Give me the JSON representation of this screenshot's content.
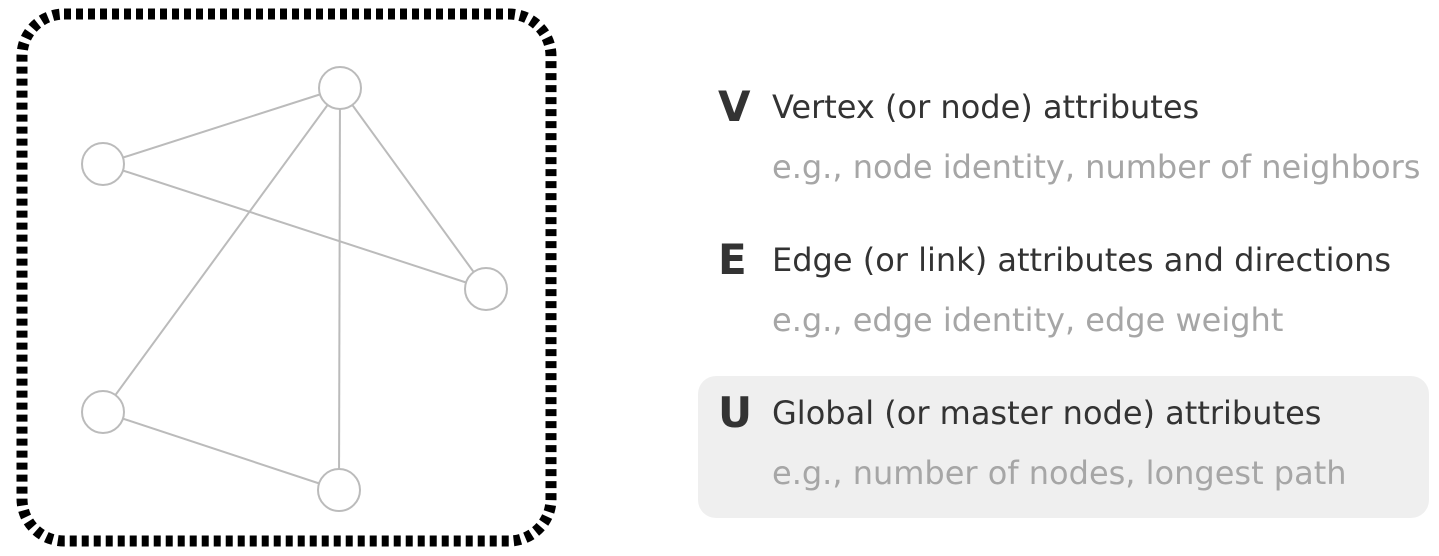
{
  "graph": {
    "frame_style": "thick dashed black rounded border",
    "node_stroke": "#bbbbbb",
    "edge_stroke": "#bbbbbb",
    "nodes": [
      "top",
      "left-upper",
      "right",
      "left-lower",
      "bottom"
    ],
    "edges": [
      [
        "left-upper",
        "top"
      ],
      [
        "left-upper",
        "right"
      ],
      [
        "top",
        "right"
      ],
      [
        "top",
        "left-lower"
      ],
      [
        "top",
        "bottom"
      ],
      [
        "left-lower",
        "bottom"
      ]
    ]
  },
  "legend": [
    {
      "letter": "V",
      "title": "Vertex (or node) attributes",
      "example": "e.g., node identity, number of neighbors",
      "highlighted": false
    },
    {
      "letter": "E",
      "title": "Edge (or link) attributes and directions",
      "example": "e.g., edge identity, edge weight",
      "highlighted": false
    },
    {
      "letter": "U",
      "title": "Global (or master node) attributes",
      "example": "e.g., number of nodes, longest path",
      "highlighted": true
    }
  ],
  "colors": {
    "letter": "#333333",
    "title": "#333333",
    "example": "#a6a6a6",
    "highlight_bg": "#efefef"
  }
}
